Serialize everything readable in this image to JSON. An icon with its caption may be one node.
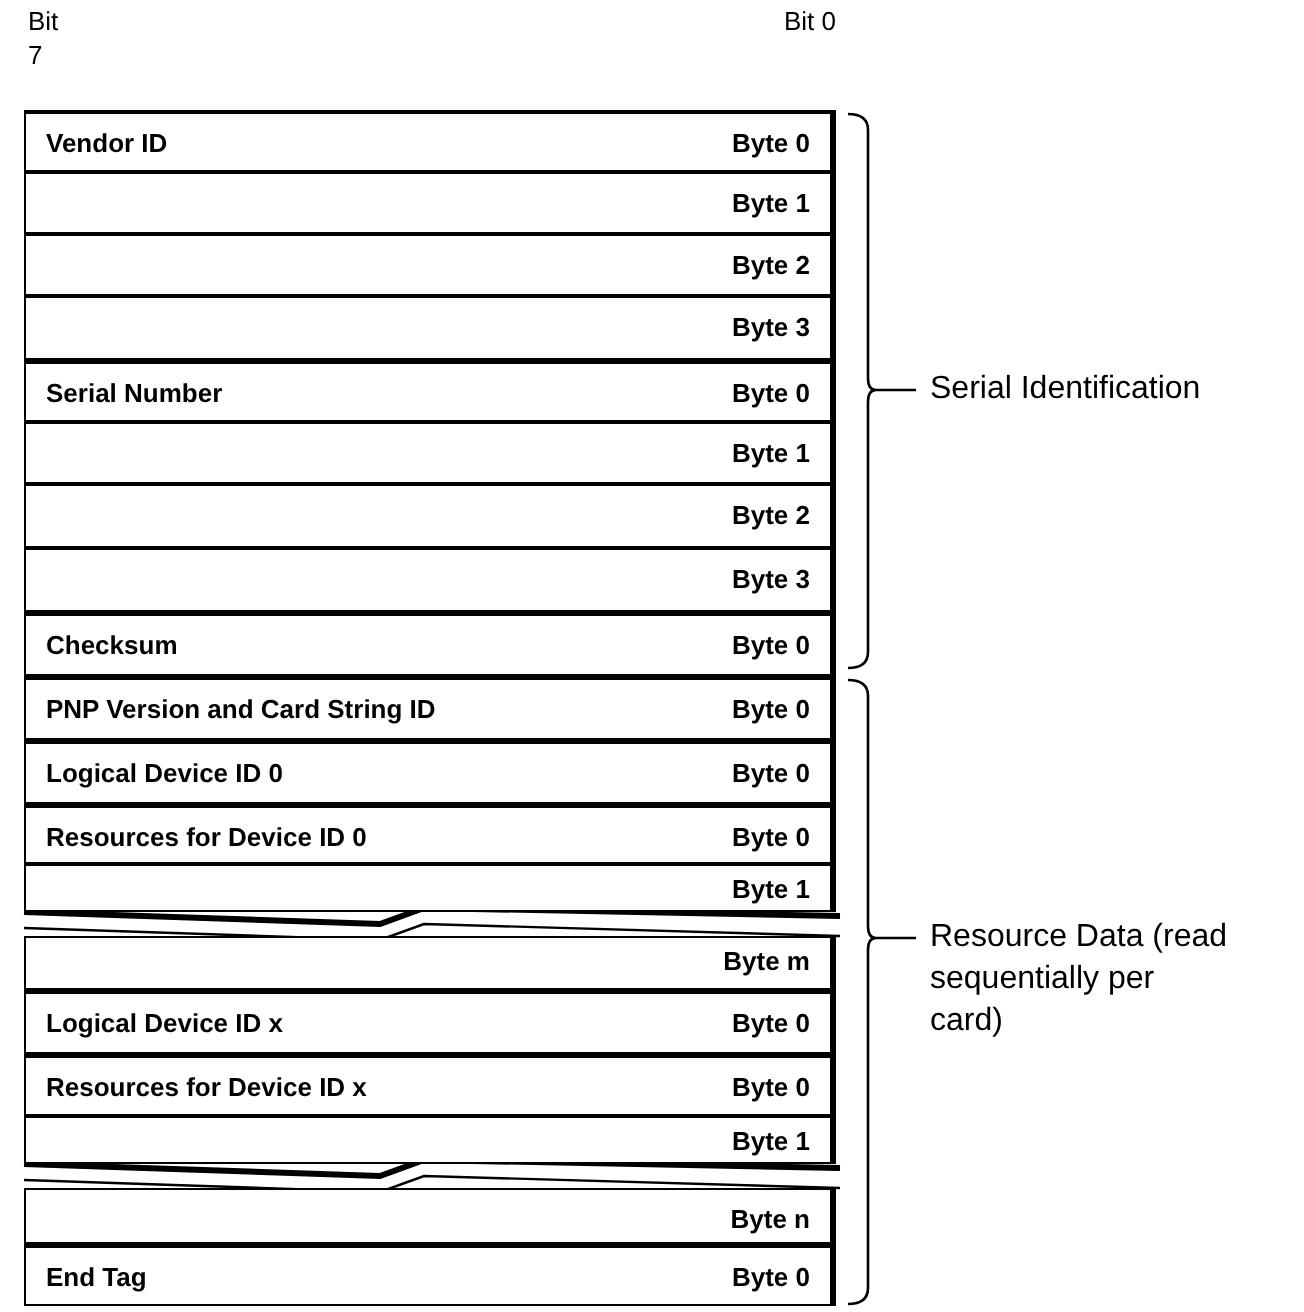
{
  "diagram": {
    "nodes": [
      {
        "text": [
          "Vendor ID",
          "Byte 0"
        ]
      },
      {
        "text": [
          "Byte 1"
        ]
      },
      {
        "text": [
          "Byte 2"
        ]
      },
      {
        "text": [
          "Byte 3"
        ]
      },
      {
        "text": [
          "Serial Number",
          "Byte 0"
        ]
      },
      {
        "text": [
          "Byte 1"
        ]
      },
      {
        "text": [
          "Byte 2"
        ]
      },
      {
        "text": [
          "Byte 3"
        ]
      },
      {
        "text": [
          "Checksum",
          "Byte 0"
        ]
      },
      {
        "text": [
          "PNP Version and Card String ID",
          "Byte 0"
        ]
      },
      {
        "text": [
          "Logical Device ID 0",
          "Byte 0"
        ]
      },
      {
        "text": [
          "Resources for Device ID 0",
          "Byte 0"
        ]
      },
      {
        "text": [
          "Byte 1"
        ]
      },
      {
        "text": [
          "Byte m"
        ]
      },
      {
        "text": [
          "Logical Device ID x",
          "Byte 0"
        ]
      },
      {
        "text": [
          "Resources for Device ID x",
          "Byte 0"
        ]
      },
      {
        "text": [
          "Byte 1"
        ]
      },
      {
        "text": [
          "Byte n"
        ]
      },
      {
        "text": [
          "End Tag",
          "Byte 0"
        ]
      }
    ],
    "edges": [],
    "labels": [
      "Bit 7",
      "Bit 0",
      "Serial Identification",
      "Resource Data (read sequentially per card)"
    ]
  }
}
